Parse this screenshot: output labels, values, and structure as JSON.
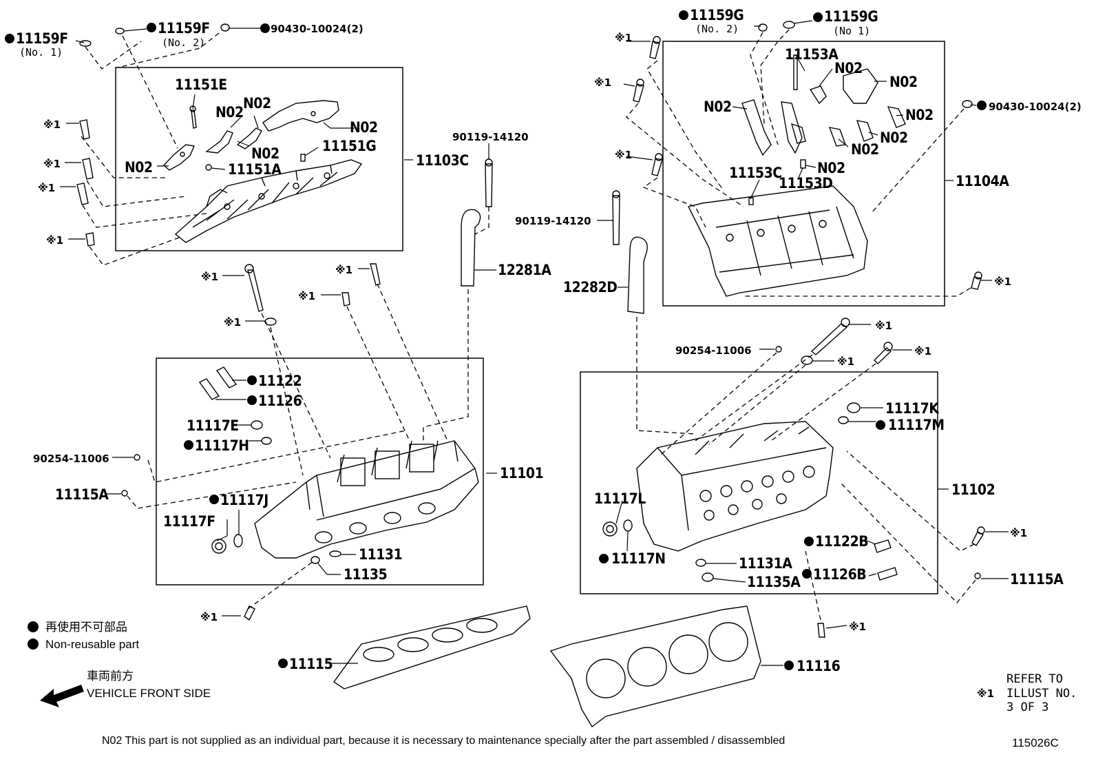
{
  "labels": {
    "p11159F_no1": "11159F",
    "p11159F_no1_sub": "(No. 1)",
    "p11159F_no2": "11159F",
    "p11159F_no2_sub": "(No. 2)",
    "p90430_left": "90430-10024(2)",
    "p11151E": "11151E",
    "p11151A": "11151A",
    "p11151G": "11151G",
    "p11103C": "11103C",
    "n02": "N02",
    "x1": "※1",
    "p90119_left": "90119-14120",
    "p12281A": "12281A",
    "p11122": "11122",
    "p11126": "11126",
    "p11117E": "11117E",
    "p11117H": "11117H",
    "p90254_left": "90254-11006",
    "p11115A_left": "11115A",
    "p11117J": "11117J",
    "p11117F": "11117F",
    "p11101": "11101",
    "p11131": "11131",
    "p11135": "11135",
    "p11115": "11115",
    "p11159G_no2": "11159G",
    "p11159G_no2_sub": "(No. 2)",
    "p11159G_no1": "11159G",
    "p11159G_no1_sub": "(No 1)",
    "p11153A": "11153A",
    "p11153C": "11153C",
    "p11153D": "11153D",
    "p90430_right": "90430-10024(2)",
    "p11104A": "11104A",
    "p90119_right": "90119-14120",
    "p12282D": "12282D",
    "p90254_right": "90254-11006",
    "p11117K": "11117K",
    "p11117M": "11117M",
    "p11117L": "11117L",
    "p11117N": "11117N",
    "p11102": "11102",
    "p11122B": "11122B",
    "p11126B": "11126B",
    "p11131A": "11131A",
    "p11135A": "11135A",
    "p11115A_right": "11115A",
    "p11116": "11116"
  },
  "legend": {
    "jp": "再使用不可部品",
    "en": "Non-reusable part",
    "front_jp": "車両前方",
    "front_en": "VEHICLE FRONT SIDE"
  },
  "refer": {
    "line1": "REFER TO",
    "line2": "ILLUST NO.",
    "line3": "3 OF 3",
    "mark": "※1"
  },
  "footnote": "N02  This part is not supplied as an individual part, because it is necessary to maintenance specially after the part assembled / disassembled",
  "illust_id": "115026C"
}
